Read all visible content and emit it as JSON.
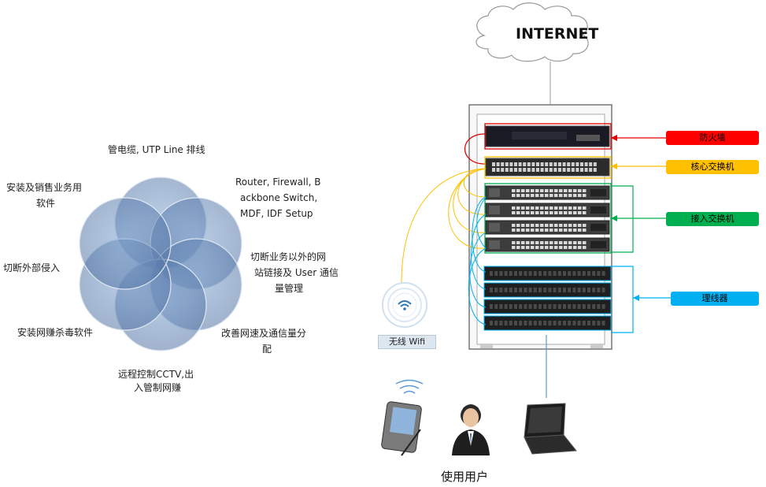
{
  "internet": "INTERNET",
  "tags": {
    "firewall": "防火墙",
    "core_switch": "核心交换机",
    "access_switch": "接入交换机",
    "patch_panel": "理线器"
  },
  "wifi_label": "无线 Wifi",
  "users_label": "使用用户",
  "services": [
    "管电缆, UTP Line 排线",
    "Router, Firewall, B",
    "ackbone Switch,",
    "MDF, IDF  Setup",
    "切断业务以外的网",
    "站链接及 User 通信",
    "量管理",
    "改善网速及通信量分",
    "配",
    "远程控制CCTV,出",
    "入管制网赚",
    "安装网赚杀毒软件",
    "切断外部侵入",
    "安装及销售业务用",
    "软件"
  ],
  "colors": {
    "firewall": "#ff0000",
    "core_switch": "#ffc000",
    "access_switch": "#00b050",
    "patch_panel": "#00b0f0",
    "petal": "#4f81bd"
  }
}
